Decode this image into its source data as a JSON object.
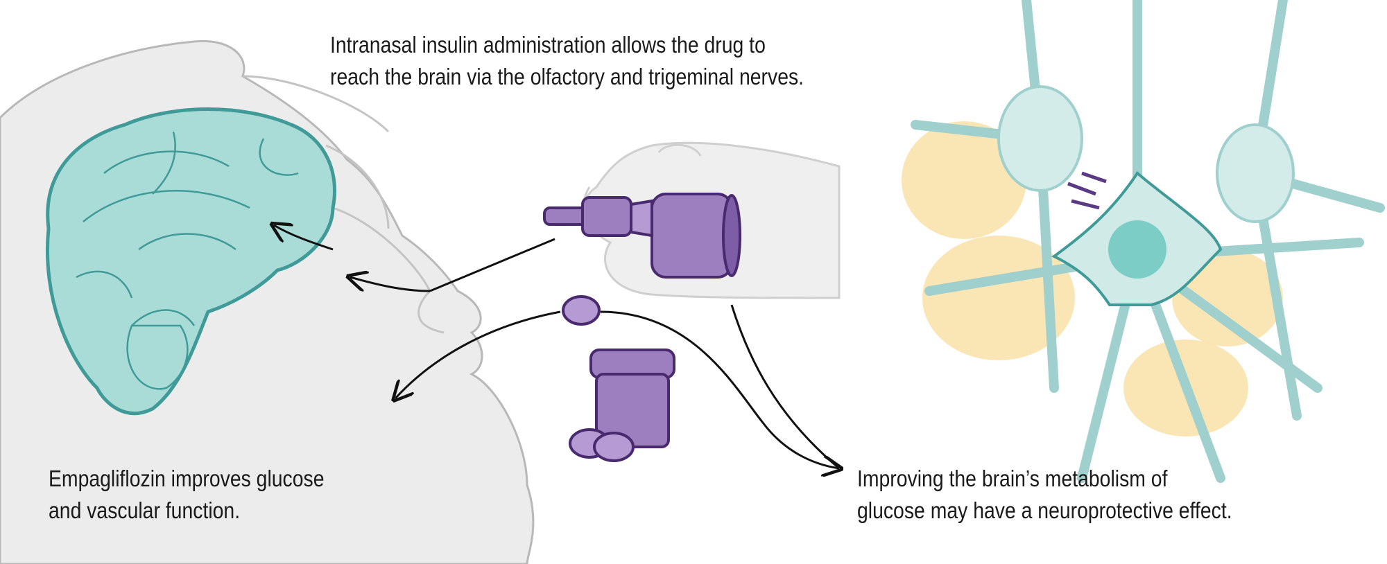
{
  "captions": {
    "intranasal": [
      "Intranasal insulin administration allows the drug to",
      "reach the brain via the olfactory and trigeminal nerves."
    ],
    "empagliflozin": [
      "Empagliflozin improves glucose",
      "and vascular function."
    ],
    "metabolism": [
      "Improving the brain’s metabolism of",
      "glucose may have a neuroprotective effect."
    ]
  },
  "colors": {
    "brain": "#a9dcd7",
    "brain_outline": "#3f9a98",
    "head": "#ececec",
    "drug": "#9d7fc0",
    "drug_dark": "#4a2a6e",
    "neuron": "#d3ecea",
    "glia": "#f9dfa3"
  }
}
